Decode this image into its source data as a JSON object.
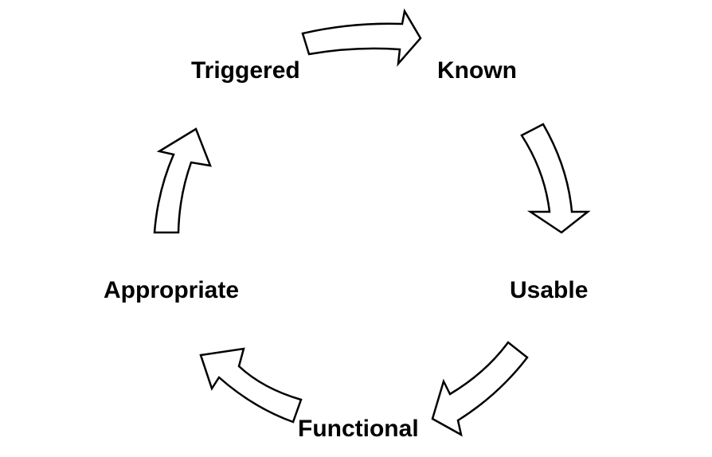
{
  "diagram": {
    "type": "cycle",
    "colors": {
      "background": "#ffffff",
      "text": "#000000",
      "arrow_fill": "#ffffff",
      "arrow_stroke": "#000000"
    },
    "nodes": [
      {
        "id": "triggered",
        "label": "Triggered"
      },
      {
        "id": "known",
        "label": "Known"
      },
      {
        "id": "usable",
        "label": "Usable"
      },
      {
        "id": "functional",
        "label": "Functional"
      },
      {
        "id": "appropriate",
        "label": "Appropriate"
      }
    ],
    "edges": [
      {
        "from": "triggered",
        "to": "known"
      },
      {
        "from": "known",
        "to": "usable"
      },
      {
        "from": "usable",
        "to": "functional"
      },
      {
        "from": "functional",
        "to": "appropriate"
      },
      {
        "from": "appropriate",
        "to": "triggered"
      }
    ]
  }
}
